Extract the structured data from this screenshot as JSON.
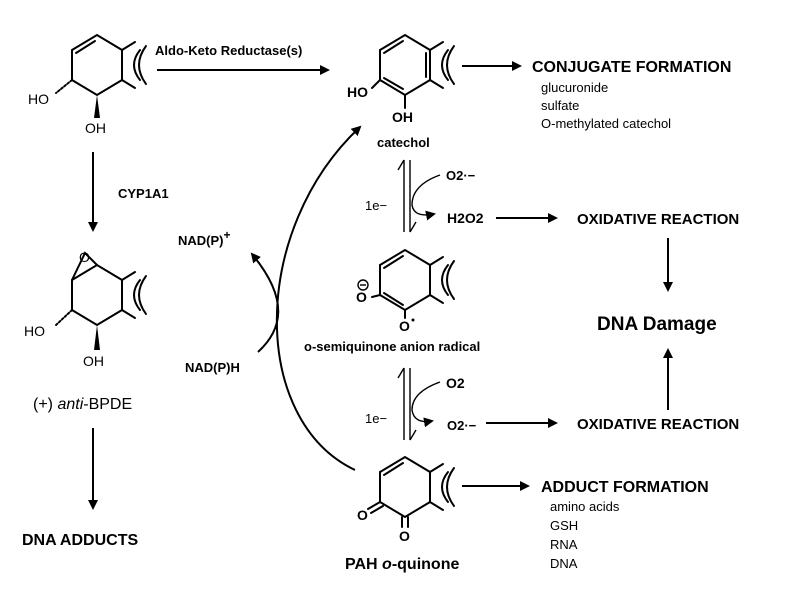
{
  "labels": {
    "aldo_keto": "Aldo-Keto Reductase(s)",
    "cyp": "CYP1A1",
    "catechol": "catechol",
    "semiquinone": "o-semiquinone anion radical",
    "bpde_prefix": "(+) ",
    "bpde_anti": "anti",
    "bpde_suffix": "-BPDE",
    "dna_adducts": "DNA ADDUCTS",
    "pah_prefix": "PAH ",
    "pah_italic": "o",
    "pah_suffix": "-quinone",
    "nadp_plus": "NAD(P)",
    "nadph": "NAD(P)H",
    "conjugate_title": "CONJUGATE FORMATION",
    "conjugate_items": [
      "glucuronide",
      "sulfate",
      "O-methylated catechol"
    ],
    "adduct_title": "ADDUCT FORMATION",
    "adduct_items": [
      "amino acids",
      "GSH",
      "RNA",
      "DNA"
    ],
    "oxidative1": "OXIDATIVE REACTION",
    "oxidative2": "OXIDATIVE REACTION",
    "dna_damage": "DNA Damage",
    "h2o2": "H2O2",
    "o2_radical_top": "O2·−",
    "o2_mid": "O2",
    "o2_radical_bottom": "O2·−",
    "electron1": "1e−",
    "electron2": "1e−",
    "atoms": {
      "ho": "HO",
      "oh": "OH",
      "o": "O",
      "o_minus": "O",
      "o_dot": "O"
    }
  }
}
